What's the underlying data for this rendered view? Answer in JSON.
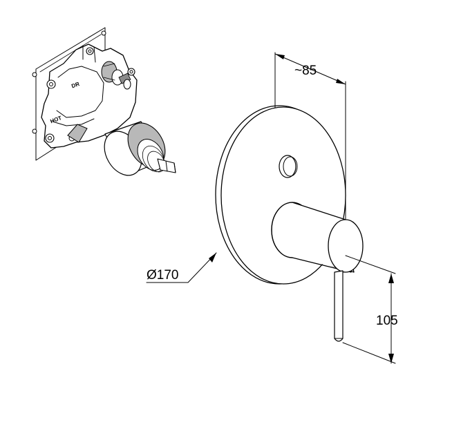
{
  "dimensions": {
    "depth": "~85",
    "diameter": "Ø170",
    "height": "105"
  },
  "body_markings": {
    "top": "DR",
    "bottom": "HOT"
  },
  "colors": {
    "line": "#000000",
    "background": "#ffffff"
  }
}
